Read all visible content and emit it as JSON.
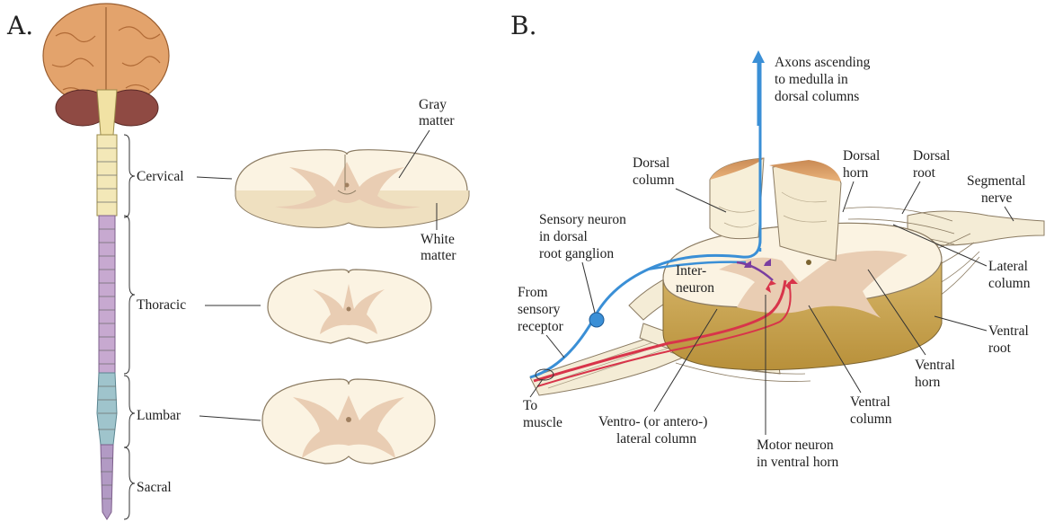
{
  "panels": {
    "a": {
      "letter": "A.",
      "regions": {
        "cervical": "Cervical",
        "thoracic": "Thoracic",
        "lumbar": "Lumbar",
        "sacral": "Sacral"
      },
      "gray_matter": [
        "Gray",
        "matter"
      ],
      "white_matter": [
        "White",
        "matter"
      ]
    },
    "b": {
      "letter": "B.",
      "axons_ascending": [
        "Axons ascending",
        "to  medulla in",
        "dorsal columns"
      ],
      "dorsal_column": [
        "Dorsal",
        "column"
      ],
      "dorsal_horn": [
        "Dorsal",
        "horn"
      ],
      "dorsal_root": [
        "Dorsal",
        "root"
      ],
      "segmental_nerve": [
        "Segmental",
        "nerve"
      ],
      "sensory_neuron": [
        "Sensory neuron",
        "in dorsal",
        "root ganglion"
      ],
      "lateral_column": [
        "Lateral",
        "column"
      ],
      "interneuron": [
        "Inter-",
        "neuron"
      ],
      "from_receptor": [
        "From",
        "sensory",
        "receptor"
      ],
      "ventral_root": [
        "Ventral",
        "root"
      ],
      "ventral_horn": [
        "Ventral",
        "horn"
      ],
      "ventral_column": [
        "Ventral",
        "column"
      ],
      "to_muscle": [
        "To",
        "muscle"
      ],
      "ventrolateral_column": [
        "Ventro- (or antero-)",
        "lateral column"
      ],
      "motor_neuron": [
        "Motor neuron",
        "in ventral horn"
      ]
    }
  },
  "colors": {
    "brain": "#e3a36c",
    "cerebellum": "#8f4a43",
    "cord_upper": "#f3e8b8",
    "cord_thoracic": "#c7a9d0",
    "cord_lumbar": "#9fc4cc",
    "cord_sacral": "#b29ac4",
    "gray_matter": "#e9cdb3",
    "white_matter": "#fbf3e2",
    "sensory_axon": "#3a8fd6",
    "motor_axon": "#d8344a",
    "interneuron": "#7a3ea0"
  }
}
